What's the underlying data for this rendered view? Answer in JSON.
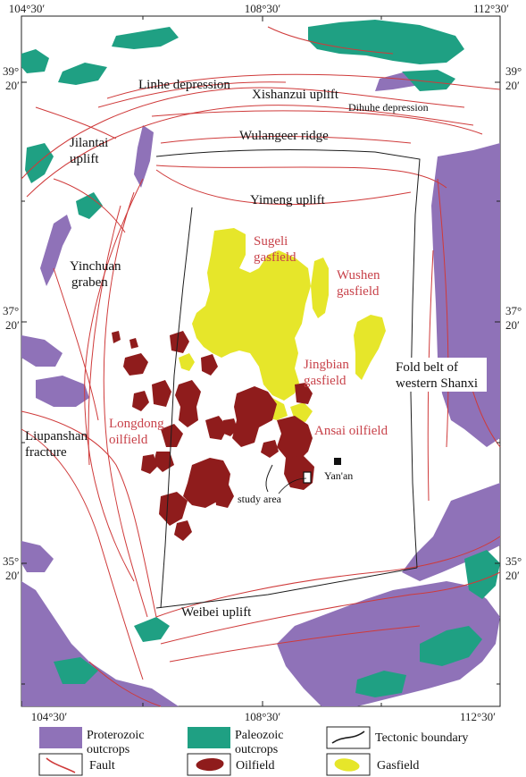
{
  "colors": {
    "proterozoic": "#8f72b8",
    "paleozoic": "#1fa083",
    "oilfield": "#8f1c1c",
    "gasfield": "#e6e62a",
    "fault": "#cf3a3a",
    "tectonic": "#1c1c1c",
    "label_red": "#c8424a"
  },
  "coords": {
    "top": [
      "104°30′",
      "108°30′",
      "112°30′"
    ],
    "bottom": [
      "104°30′",
      "108°30′",
      "112°30′"
    ],
    "left": [
      {
        "deg": "39°",
        "min": "20′"
      },
      {
        "deg": "37°",
        "min": "20′"
      },
      {
        "deg": "35°",
        "min": "20′"
      }
    ],
    "right": [
      {
        "deg": "39°",
        "min": "20′"
      },
      {
        "deg": "37°",
        "min": "20′"
      },
      {
        "deg": "35°",
        "min": "20′"
      }
    ]
  },
  "labels": {
    "linhe": "Linhe depression",
    "xishanzui": "Xishanzui uplift",
    "dihuhe": "Dihuhe depression",
    "wulangeer": "Wulangeer ridge",
    "jilantai_1": "Jilantai",
    "jilantai_2": "uplift",
    "yimeng": "Yimeng uplift",
    "yinchuan_1": "Yinchuan",
    "yinchuan_2": "graben",
    "sugeli_1": "Sugeli",
    "sugeli_2": "gasfield",
    "wushen_1": "Wushen",
    "wushen_2": "gasfield",
    "jingbian_1": "Jingbian",
    "jingbian_2": "gasfield",
    "foldbelt_1": "Fold belt of",
    "foldbelt_2": "western Shanxi",
    "longdong_1": "Longdong",
    "longdong_2": "oilfield",
    "ansai": "Ansai oilfield",
    "liupanshan_1": "Liupanshan",
    "liupanshan_2": "fracture",
    "yanan": "Yan'an",
    "study_area": "study area",
    "weibei": "Weibei uplift"
  },
  "legend": {
    "proterozoic_1": "Proterozoic",
    "proterozoic_2": "outcrops",
    "paleozoic_1": "Paleozoic",
    "paleozoic_2": "outcrops",
    "tectonic": "Tectonic boundary",
    "fault": "Fault",
    "oilfield": "Oilfield",
    "gasfield": "Gasfield"
  }
}
